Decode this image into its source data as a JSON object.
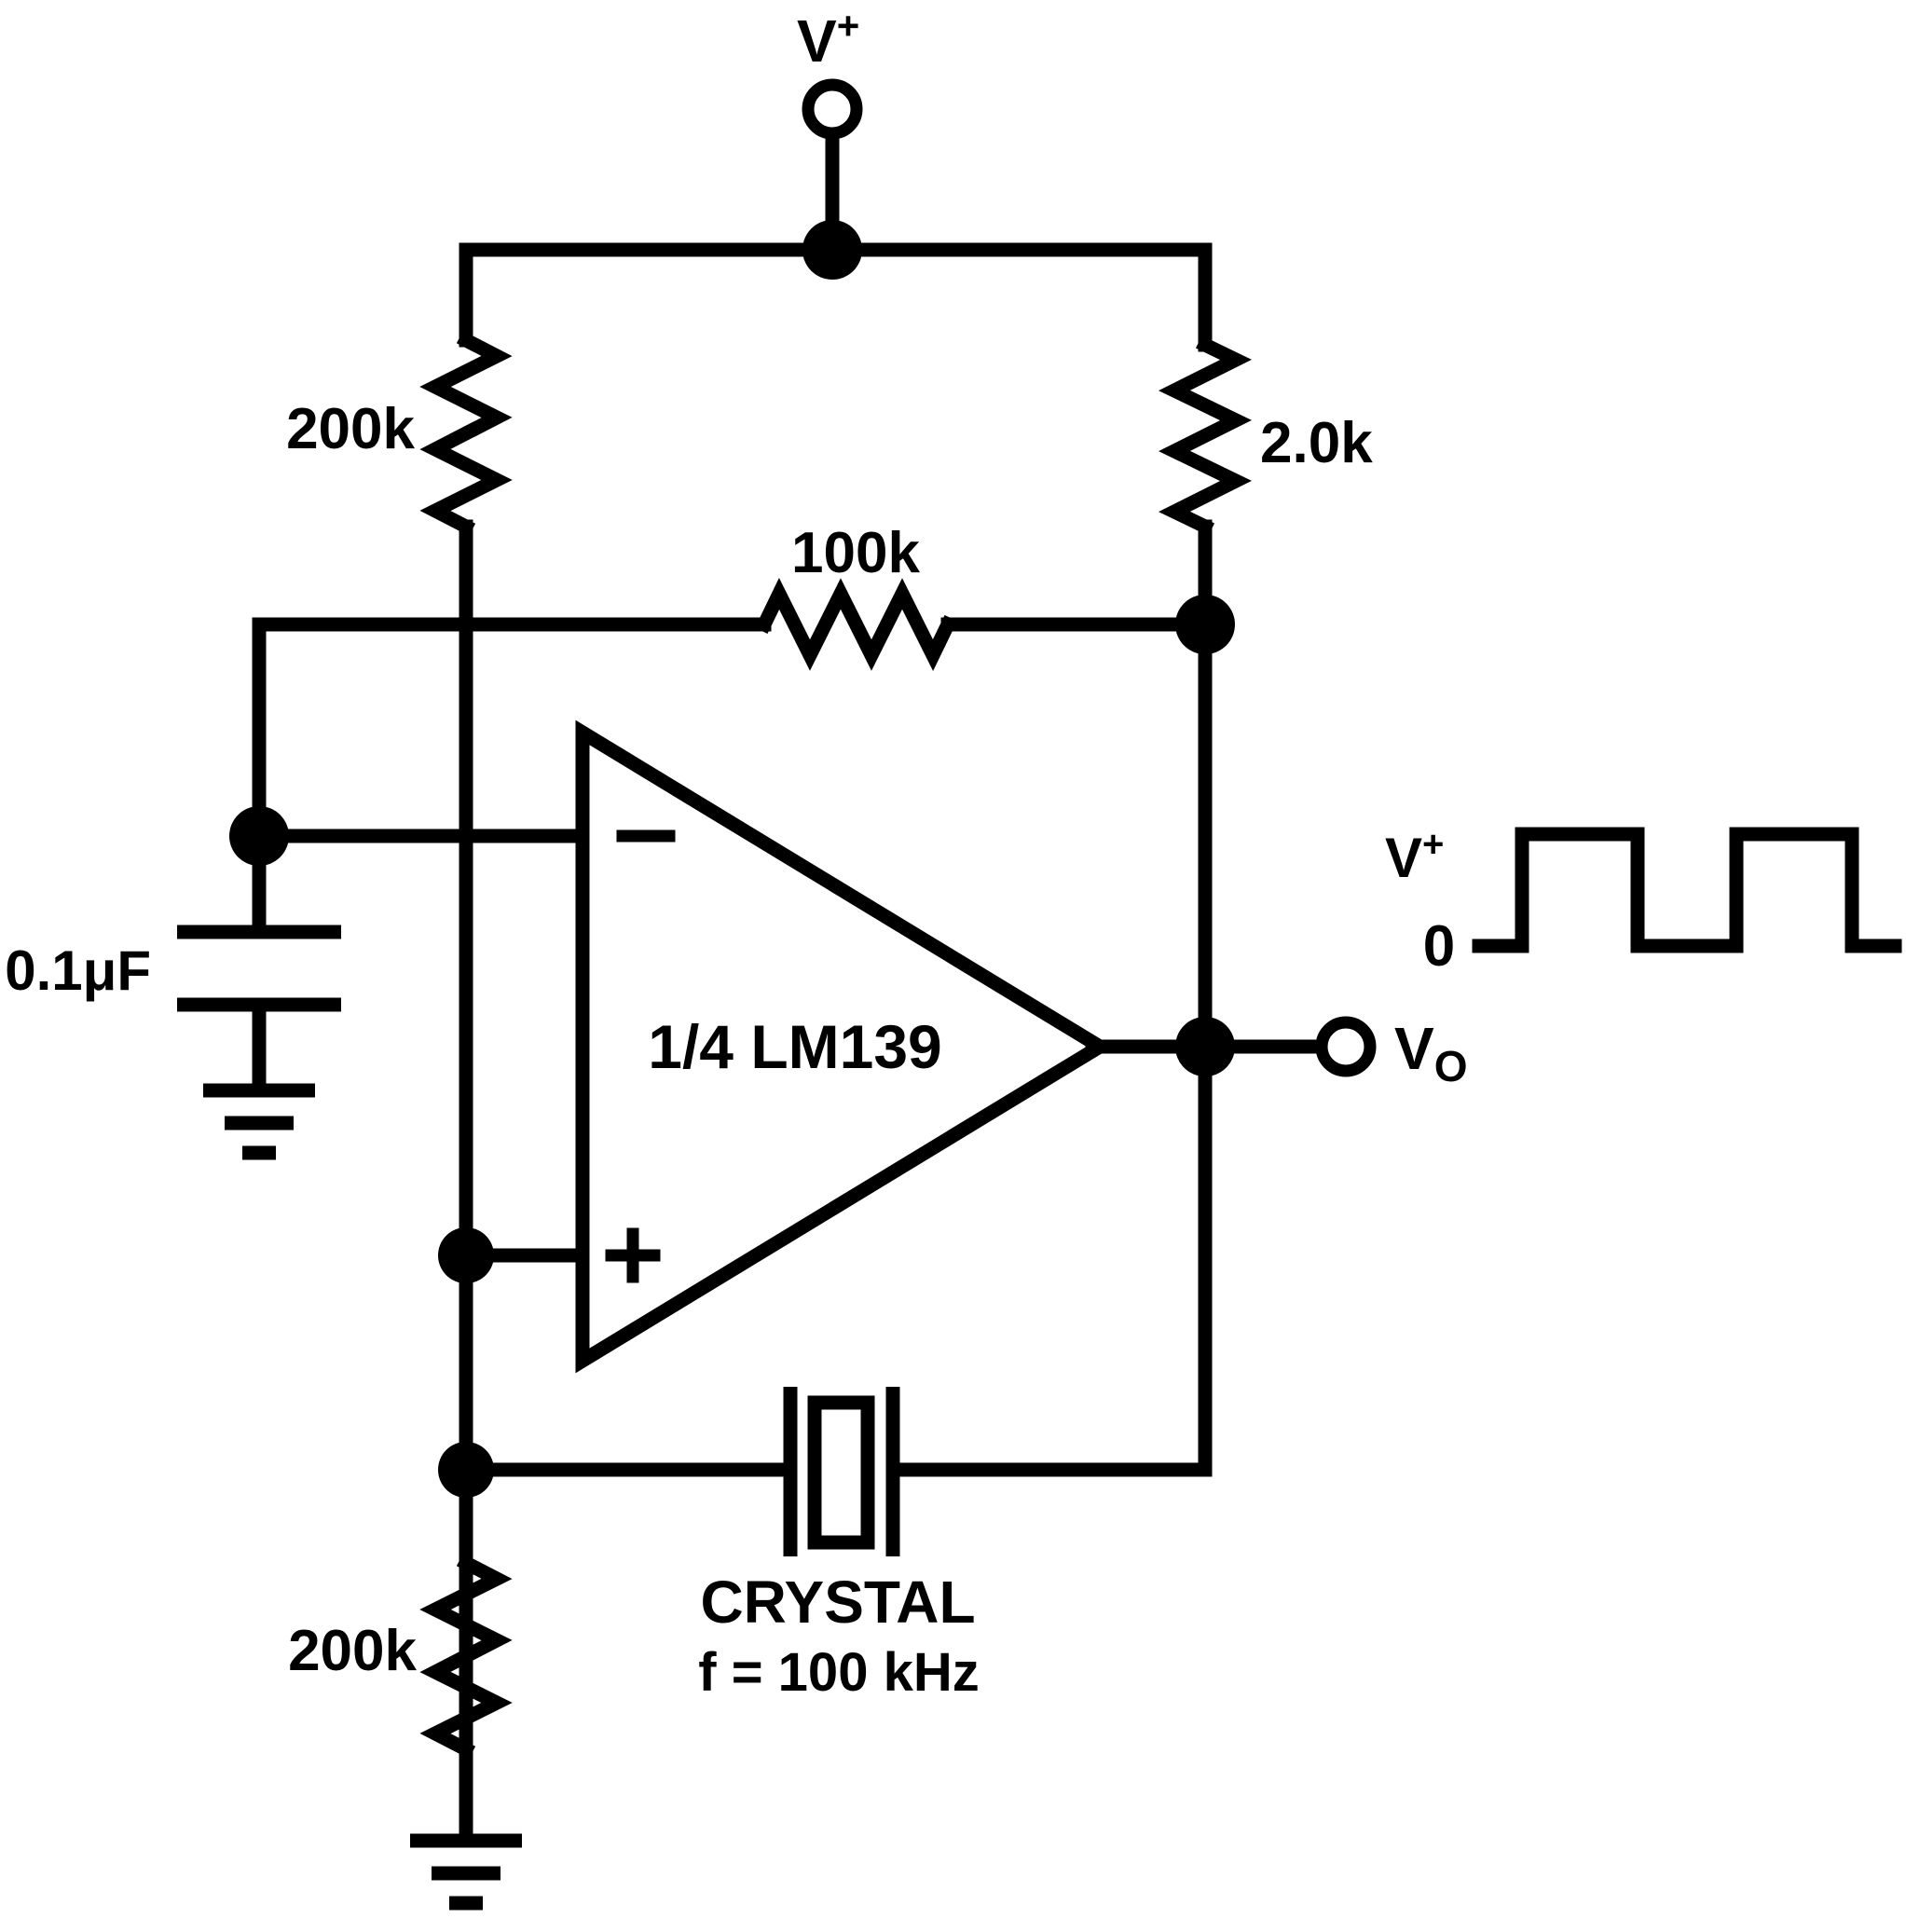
{
  "colors": {
    "background": "#ffffff",
    "ink": "#000000"
  },
  "power": {
    "base": "V",
    "sup": "+"
  },
  "resistors": {
    "top_left": "200k",
    "pullup": "2.0k",
    "feedback": "100k",
    "bottom": "200k"
  },
  "capacitor": {
    "value": "0.1μF"
  },
  "comparator": {
    "label": "1/4 LM139",
    "inverting_sign": "−",
    "noninverting_sign": "+"
  },
  "crystal": {
    "name": "CRYSTAL",
    "frequency": "f = 100 kHz"
  },
  "output": {
    "base": "V",
    "sub": "O"
  },
  "waveform": {
    "high_base": "V",
    "high_sup": "+",
    "low": "0"
  }
}
